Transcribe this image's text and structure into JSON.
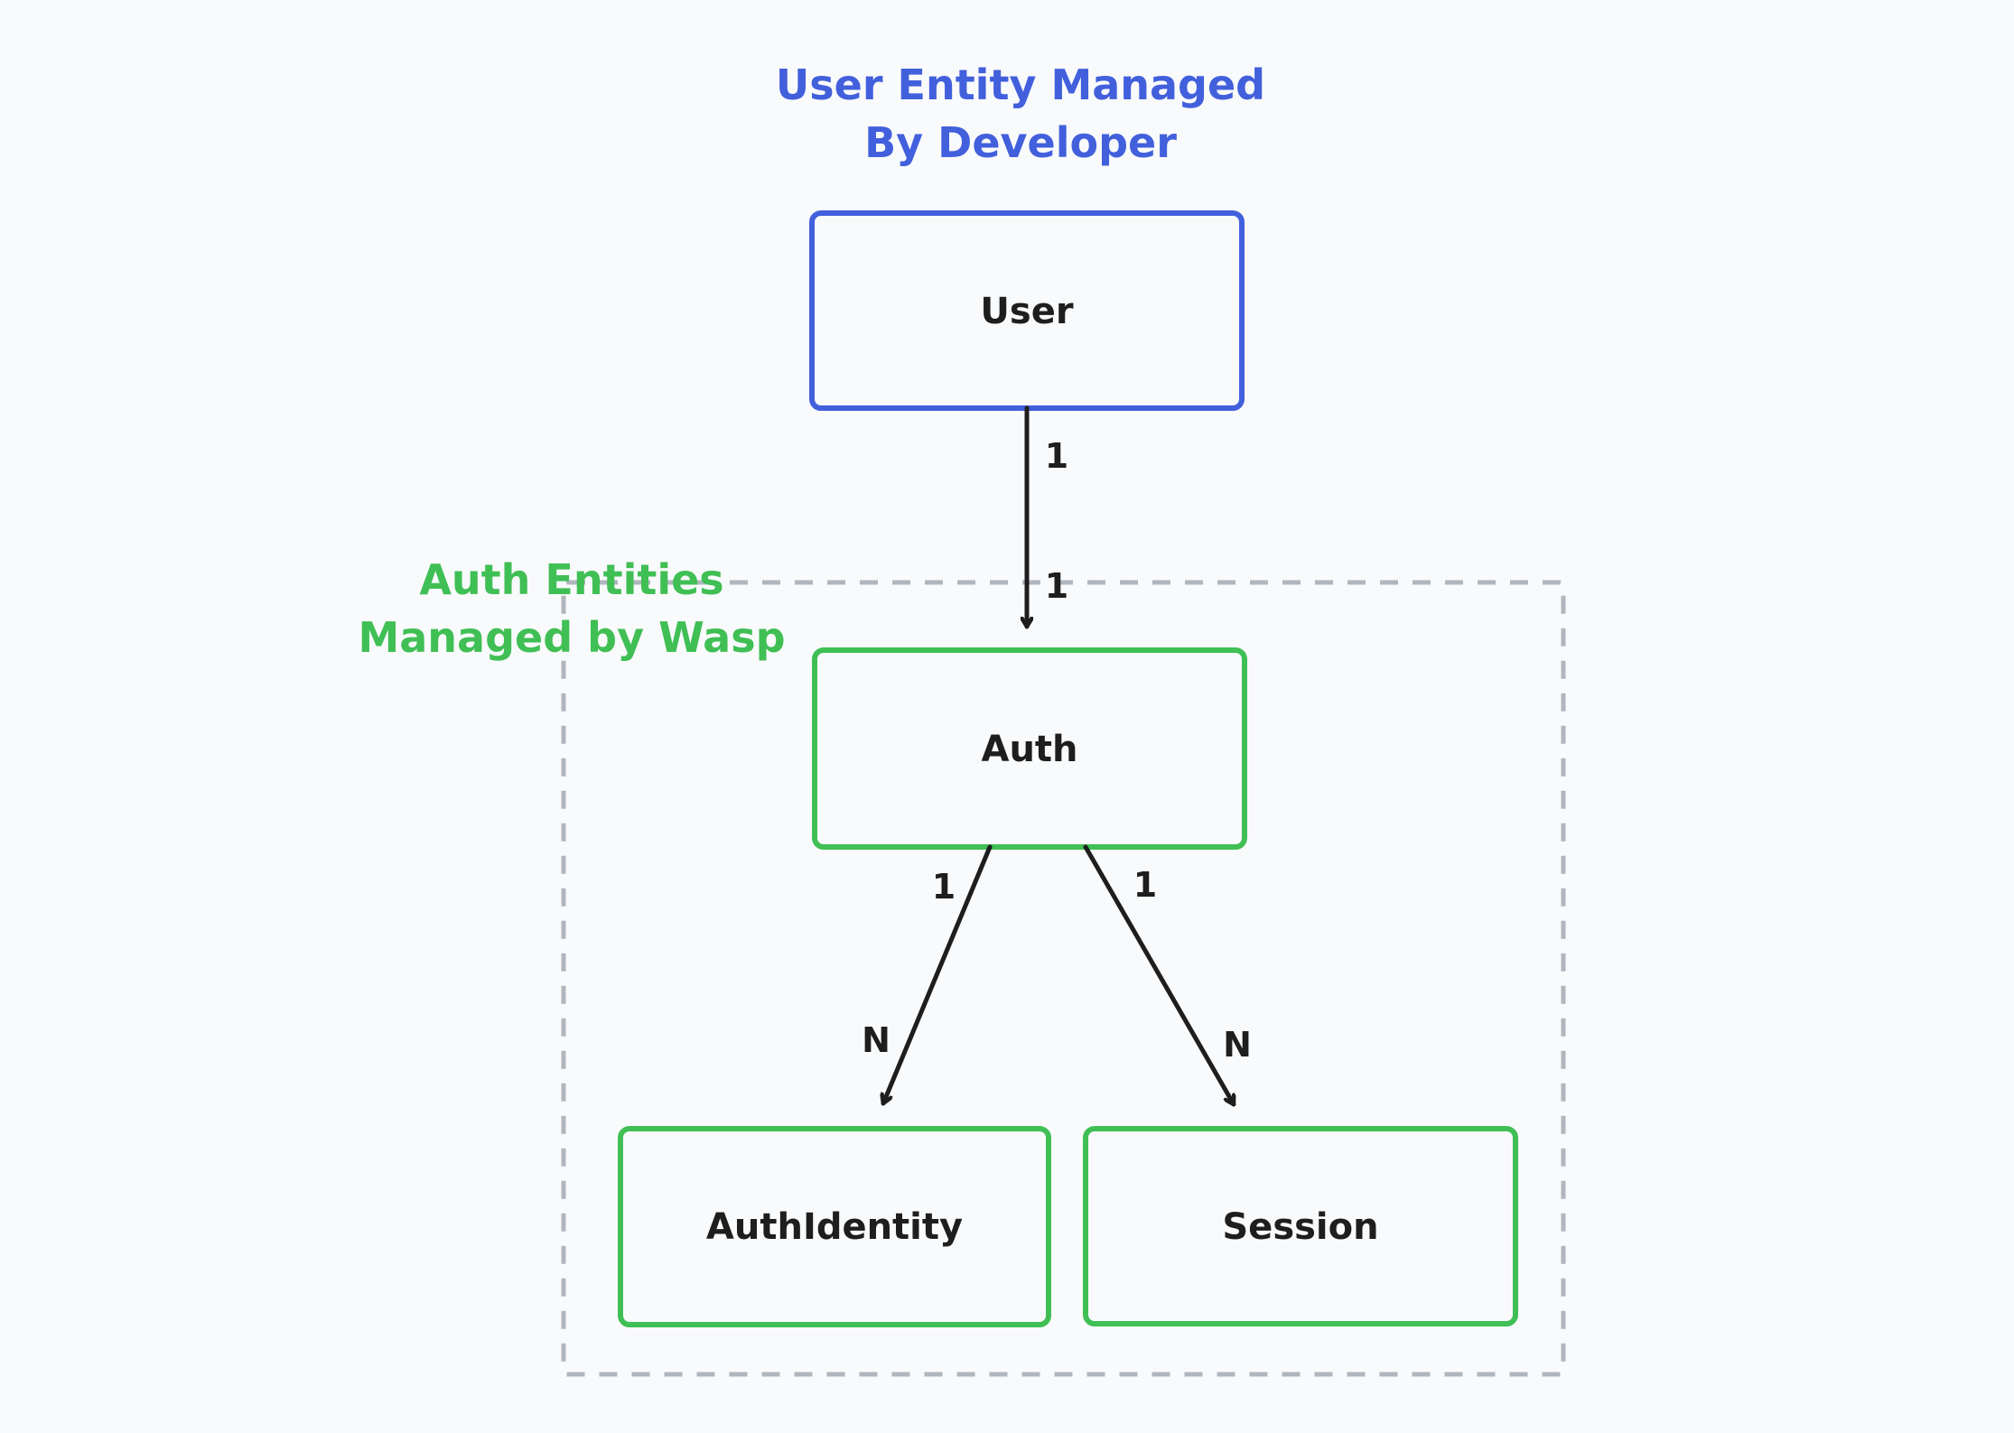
{
  "header": {
    "line1": "User Entity Managed",
    "line2": "By Developer"
  },
  "group": {
    "line1": "Auth Entities",
    "line2": "Managed by Wasp"
  },
  "nodes": {
    "user": "User",
    "auth": "Auth",
    "auth_identity": "AuthIdentity",
    "session": "Session"
  },
  "edges": {
    "user_auth": {
      "from_card": "1",
      "to_card": "1"
    },
    "auth_identity": {
      "from_card": "1",
      "to_card": "N"
    },
    "auth_session": {
      "from_card": "1",
      "to_card": "N"
    }
  },
  "colors": {
    "background": "#f9fafc",
    "developer_blue": "#4260dc",
    "wasp_green": "#40bf55",
    "dashed_gray": "#b0b6bd",
    "ink": "#1e1e1e"
  }
}
